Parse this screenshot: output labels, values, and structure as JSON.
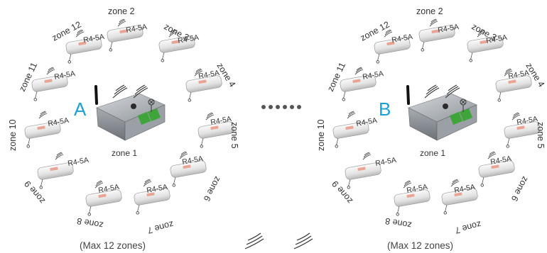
{
  "colors": {
    "letter": "#1aa0d8",
    "text": "#333333",
    "dots": "#555555"
  },
  "groups": [
    {
      "letter": "A",
      "center_label": "zone 1",
      "max_label": "(Max 12 zones)",
      "zones": [
        {
          "label": "zone 2",
          "model": "R4-5A"
        },
        {
          "label": "zone 3",
          "model": "R4-5A"
        },
        {
          "label": "zone 4",
          "model": "R4-5A"
        },
        {
          "label": "zone 5",
          "model": "R4-5A"
        },
        {
          "label": "zone 6",
          "model": "R4-5A"
        },
        {
          "label": "zone 7",
          "model": "R4-5A"
        },
        {
          "label": "zone 8",
          "model": "R4-5A"
        },
        {
          "label": "zone 9",
          "model": "R4-5A"
        },
        {
          "label": "zone 10",
          "model": "R4-5A"
        },
        {
          "label": "zone 11",
          "model": "R4-5A"
        },
        {
          "label": "zone 12",
          "model": "R4-5A"
        }
      ]
    },
    {
      "letter": "B",
      "center_label": "zone 1",
      "max_label": "(Max 12 zones)",
      "zones": [
        {
          "label": "zone 2",
          "model": "R4-5A"
        },
        {
          "label": "zone 3",
          "model": "R4-5A"
        },
        {
          "label": "zone 4",
          "model": "R4-5A"
        },
        {
          "label": "zone 5",
          "model": "R4-5A"
        },
        {
          "label": "zone 6",
          "model": "R4-5A"
        },
        {
          "label": "zone 7",
          "model": "R4-5A"
        },
        {
          "label": "zone 8",
          "model": "R4-5A"
        },
        {
          "label": "zone 9",
          "model": "R4-5A"
        },
        {
          "label": "zone 10",
          "model": "R4-5A"
        },
        {
          "label": "zone 11",
          "model": "R4-5A"
        },
        {
          "label": "zone 12",
          "model": "R4-5A"
        }
      ]
    }
  ],
  "icons": {
    "controller": "wifi-controller-icon",
    "receiver": "receiver-module-icon",
    "wave": "wireless-signal-icon",
    "lamp": "lamp-output-icon"
  }
}
